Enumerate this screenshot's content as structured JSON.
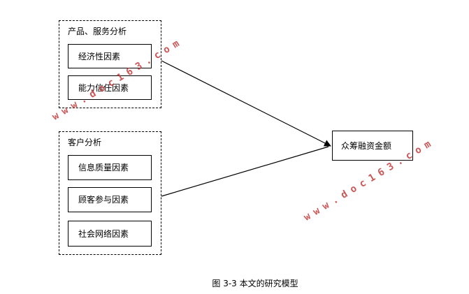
{
  "groups": [
    {
      "title": "产品、服务分析",
      "factors": [
        "经济性因素",
        "能力信任因素"
      ]
    },
    {
      "title": "客户分析",
      "factors": [
        "信息质量因素",
        "顾客参与因素",
        "社会网络因素"
      ]
    }
  ],
  "target": {
    "label": "众筹融资金额"
  },
  "caption": "图 3-3 本文的研究模型",
  "watermark": "www.doc163.com",
  "colors": {
    "line": "#000000",
    "watermark": "#c23a3a"
  }
}
